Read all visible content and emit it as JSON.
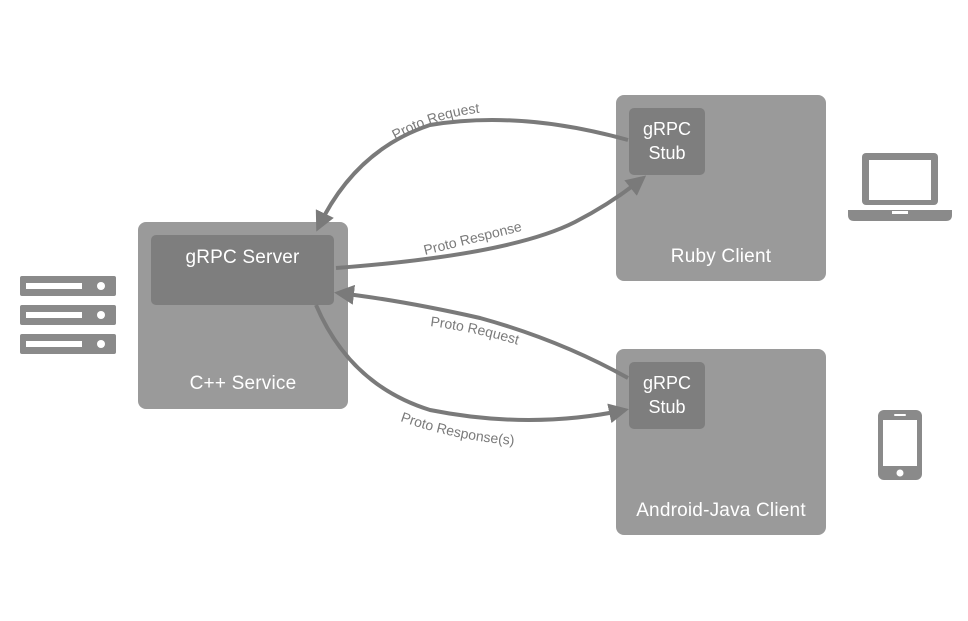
{
  "colors": {
    "outer_box": "#9a9a9a",
    "inner_box": "#7e7e7e",
    "arrow": "#7a7a7a",
    "icon": "#8a8a8a",
    "text_light": "#ffffff"
  },
  "server": {
    "service_label": "C++ Service",
    "server_label": "gRPC Server",
    "icon": "server-rack-icon"
  },
  "ruby_client": {
    "client_label": "Ruby Client",
    "stub_line1": "gRPC",
    "stub_line2": "Stub",
    "icon": "laptop-icon"
  },
  "android_client": {
    "client_label": "Android-Java Client",
    "stub_line1": "gRPC",
    "stub_line2": "Stub",
    "icon": "phone-icon"
  },
  "arrows": {
    "ruby_request": "Proto Request",
    "ruby_response": "Proto Response",
    "android_request": "Proto Request",
    "android_response": "Proto Response(s)"
  }
}
